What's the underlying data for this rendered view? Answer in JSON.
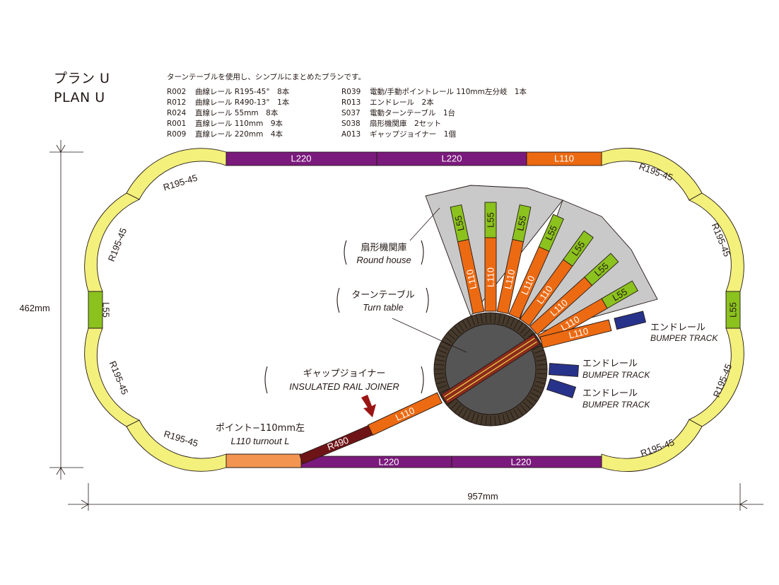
{
  "header": {
    "title_jp": "プラン U",
    "title_en": "PLAN  U",
    "intro": "ターンテーブルを使用し、シンプルにまとめたプランです。"
  },
  "parts_left": [
    {
      "code": "R002",
      "desc": "曲線レール R195-45°　8本"
    },
    {
      "code": "R012",
      "desc": "曲線レール R490-13°　1本"
    },
    {
      "code": "R024",
      "desc": "直線レール 55mm　8本"
    },
    {
      "code": "R001",
      "desc": "直線レール 110mm　9本"
    },
    {
      "code": "R009",
      "desc": "直線レール 220mm　4本"
    }
  ],
  "parts_right": [
    {
      "code": "R039",
      "desc": "電動/手動ポイントレール 110mm左分岐　1本"
    },
    {
      "code": "R013",
      "desc": "エンドレール　2本"
    },
    {
      "code": "S037",
      "desc": "電動ターンテーブル　1台"
    },
    {
      "code": "S038",
      "desc": "扇形機関庫　2セット"
    },
    {
      "code": "A013",
      "desc": "ギャップジョイナー　1個"
    }
  ],
  "track_labels": {
    "curve": "R195-45",
    "l220": "L220",
    "l110": "L110",
    "l55": "L55",
    "r490": "R490"
  },
  "annotations": {
    "roundhouse_jp": "扇形機関庫",
    "roundhouse_en": "Round house",
    "turntable_jp": "ターンテーブル",
    "turntable_en": "Turn table",
    "joiner_jp": "ギャップジョイナー",
    "joiner_en": "INSULATED RAIL JOINER",
    "turnout_jp": "ポイント−110mm左",
    "turnout_en": "L110 turnout L",
    "bumper_jp": "エンドレール",
    "bumper_en": "BUMPER TRACK"
  },
  "dimensions": {
    "height": "462mm",
    "width": "957mm"
  },
  "colors": {
    "curve": "#f3f07c",
    "straight_long": "#7b1a7d",
    "straight_mid": "#ec6a12",
    "straight_short": "#8bc21e",
    "turnout": "#f39550",
    "r490": "#6e1417",
    "bumper": "#27338b",
    "roundhouse": "#c9c9c9",
    "turntable_ring": "#463a2d",
    "turntable_pit": "#555555",
    "bridge": "#8b2b1c",
    "arrow": "#9b1414"
  }
}
